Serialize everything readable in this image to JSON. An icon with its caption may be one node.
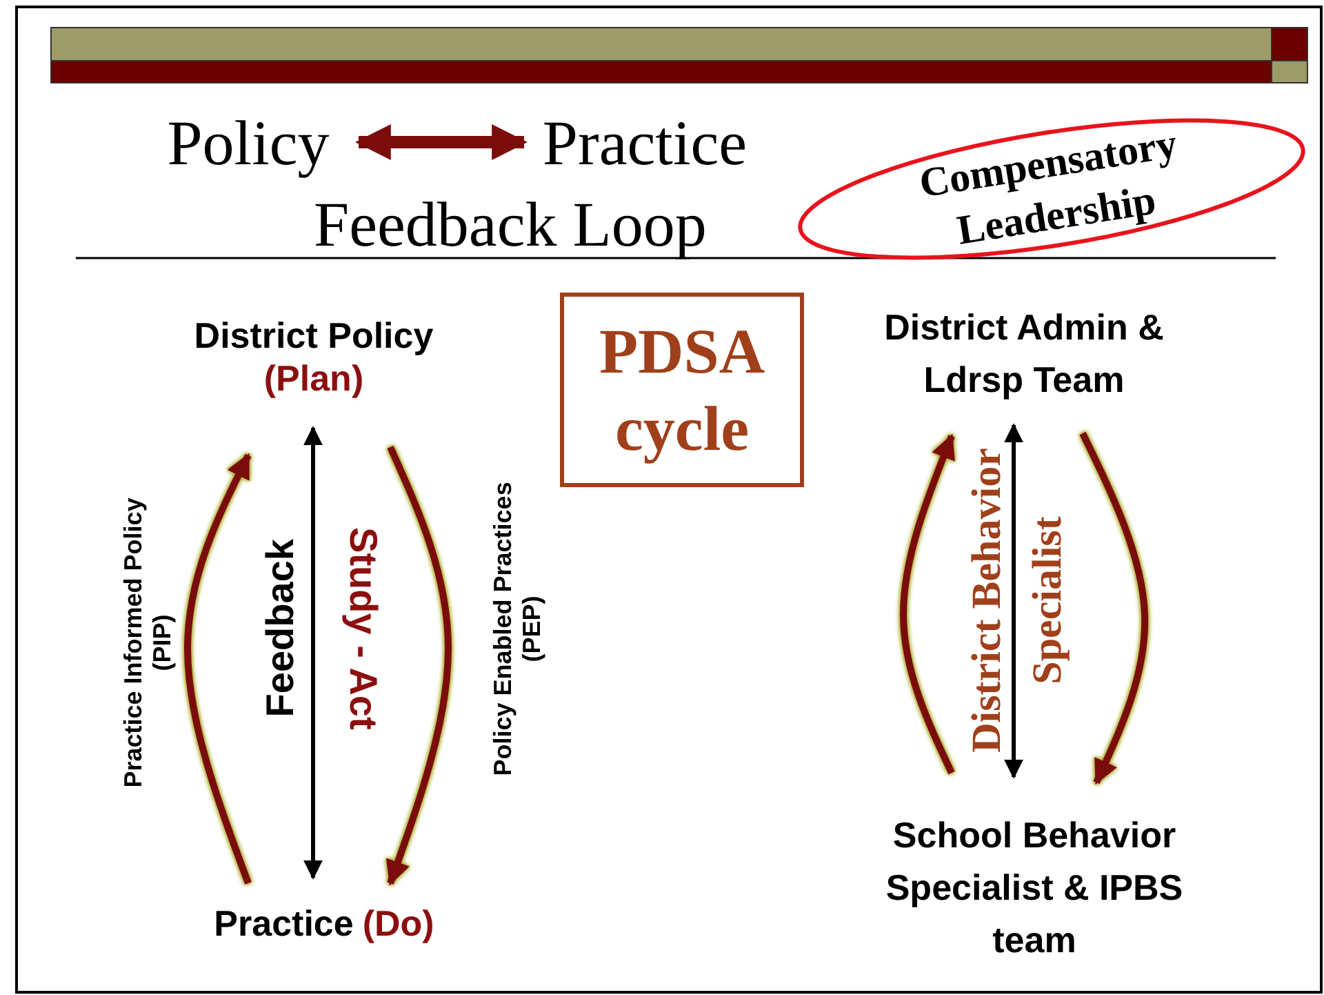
{
  "diagram": {
    "nodes": [
      {
        "text": [
          "Policy"
        ]
      },
      {
        "text": [
          "Practice"
        ]
      },
      {
        "text": [
          "Compensatory Leadership"
        ]
      },
      {
        "text": [
          "PDSA cycle"
        ]
      },
      {
        "text": [
          "District Policy",
          "(Plan)"
        ]
      },
      {
        "text": [
          "Practice",
          "(Do)"
        ]
      },
      {
        "text": [
          "District Admin & Ldrsp Team"
        ]
      },
      {
        "text": [
          "School Behavior Specialist & IPBS team"
        ]
      }
    ],
    "edges": [
      {
        "from": 0,
        "to": 1,
        "arrow": "both",
        "style": "thick"
      },
      {
        "from": 4,
        "to": 5,
        "arrow": "both",
        "label": "Feedback",
        "color": "#000000"
      },
      {
        "from": 5,
        "to": 4,
        "arrow": "to",
        "label": "Practice Informed Policy (PIP)"
      },
      {
        "from": 4,
        "to": 5,
        "arrow": "to",
        "label": "Policy Enabled Practices (PEP)"
      },
      {
        "from": 6,
        "to": 7,
        "arrow": "both",
        "label": "District Behavior Specialist",
        "color": "#000000"
      },
      {
        "from": 7,
        "to": 6,
        "arrow": "to"
      },
      {
        "from": 6,
        "to": 7,
        "arrow": "to"
      }
    ],
    "labels": [
      "Feedback Loop",
      "Study - Act"
    ]
  }
}
